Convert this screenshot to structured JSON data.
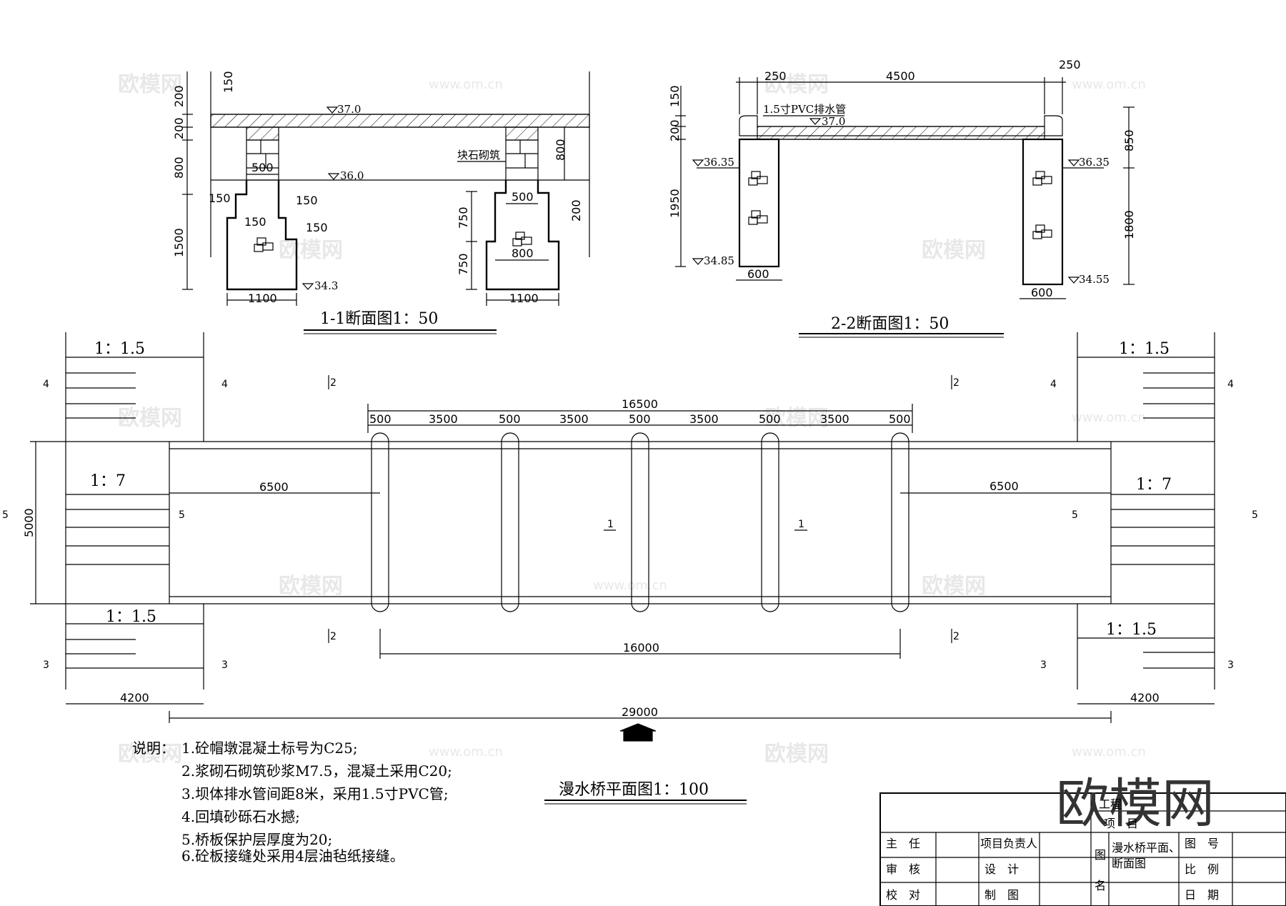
{
  "watermark": {
    "brand": "欧模网",
    "site": "www.om.cn"
  },
  "logo_text": "欧模网",
  "section_1_1": {
    "title": "1-1断面图1：50",
    "elev_top": "37.0",
    "elev_water": "36.0",
    "elev_bottom": "34.3",
    "masonry_label": "块石砌筑",
    "dims_left": [
      "200",
      "150",
      "200",
      "800",
      "1500"
    ],
    "dims_mid": [
      "500",
      "150",
      "150",
      "150",
      "150",
      "1100"
    ],
    "dims_right": [
      "800",
      "200",
      "750",
      "750",
      "500",
      "800",
      "1100"
    ]
  },
  "section_2_2": {
    "title": "2-2断面图1：50",
    "pvc_label": "1.5寸PVC排水管",
    "elev_top": "37.0",
    "elev_left": "36.35",
    "elev_right": "36.35",
    "elev_bottom_left": "34.85",
    "elev_bottom_right": "34.55",
    "dims_top": [
      "250",
      "4500",
      "250"
    ],
    "dims_left": [
      "150",
      "200",
      "1950"
    ],
    "dims_right": [
      "850",
      "1800"
    ],
    "dims_bottom": [
      "600",
      "600"
    ]
  },
  "plan": {
    "title": "漫水桥平面图1：100",
    "slope_outer": "1：1.5",
    "slope_ramp": "1：7",
    "dim_total_pier": "16500",
    "pier_dims": [
      "500",
      "3500",
      "500",
      "3500",
      "500",
      "3500",
      "500",
      "3500",
      "500"
    ],
    "dim_ramp": "6500",
    "dim_width": "5000",
    "dim_span": "16000",
    "dim_end": "4200",
    "dim_total": "29000",
    "section_marks": {
      "s1": "1",
      "s2": "2",
      "s3": "3",
      "s4": "4",
      "s5": "5"
    }
  },
  "notes": {
    "heading": "说明：",
    "items": [
      "1.砼帽墩混凝土标号为C25;",
      "2.浆砌石砌筑砂浆M7.5，混凝土采用C20;",
      "3.坝体排水管间距8米，采用1.5寸PVC管;",
      "4.回填砂砾石水撼;",
      "5.桥板保护层厚度为20;",
      "6.砼板接缝处采用4层油毡纸接缝。"
    ]
  },
  "title_block": {
    "project": "工程",
    "item": "项　目",
    "chief": "主　任",
    "project_lead": "项目负责人",
    "drawing_name_label": "图",
    "drawing_name_label2": "名",
    "drawing_name": "漫水桥平面、",
    "drawing_name2": "断面图",
    "review": "审　核",
    "design": "设　计",
    "check": "校　对",
    "draft": "制　图",
    "drawing_no": "图　号",
    "scale": "比　例",
    "date": "日　期"
  }
}
